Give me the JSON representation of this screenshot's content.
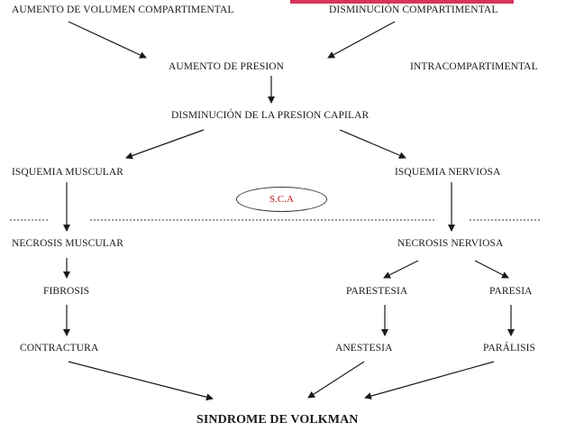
{
  "nodes": {
    "aumento_volumen": "AUMENTO DE VOLUMEN COMPARTIMENTAL",
    "disminucion_comp": "DISMINUCIÓN COMPARTIMENTAL",
    "aumento_presion": "AUMENTO DE PRESION",
    "intracompartimental": "INTRACOMPARTIMENTAL",
    "disminucion_presion": "DISMINUCIÓN DE LA PRESION CAPILAR",
    "isquemia_muscular": "ISQUEMIA MUSCULAR",
    "isquemia_nerviosa": "ISQUEMIA NERVIOSA",
    "sca": "S.C.A",
    "necrosis_muscular": "NECROSIS MUSCULAR",
    "necrosis_nerviosa": "NECROSIS NERVIOSA",
    "fibrosis": "FIBROSIS",
    "parestesia": "PARESTESIA",
    "paresia": "PARESIA",
    "contractura": "CONTRACTURA",
    "anestesia": "ANESTESIA",
    "paralisis": "PARÁLISIS",
    "sindrome": "SINDROME DE VOLKMAN"
  },
  "colors": {
    "accent_bar": "#d9345a",
    "sca_text": "#c0141b"
  }
}
